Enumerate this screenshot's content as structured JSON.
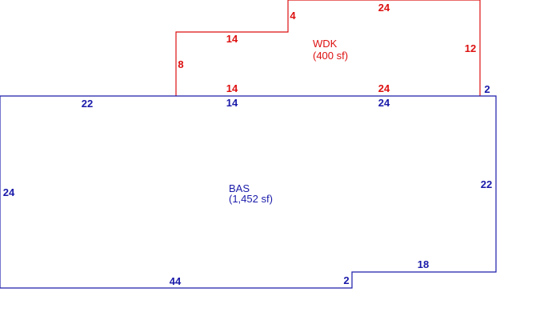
{
  "colors": {
    "bas": "#1a1aaa",
    "wdk": "#dd1111",
    "background": "#ffffff"
  },
  "areas": {
    "bas": {
      "code": "BAS",
      "size": "(1,452 sf)",
      "dimensions": {
        "top_left": "22",
        "top_middle": "14",
        "top_right": "24",
        "corner_right": "2",
        "left": "24",
        "right": "22",
        "bottom_right": "18",
        "step": "2",
        "bottom": "44"
      }
    },
    "wdk": {
      "code": "WDK",
      "size": "(400 sf)",
      "dimensions": {
        "top": "24",
        "step": "4",
        "upper_left": "14",
        "left": "8",
        "right": "12",
        "bottom_left": "14",
        "bottom_right": "24"
      }
    }
  }
}
